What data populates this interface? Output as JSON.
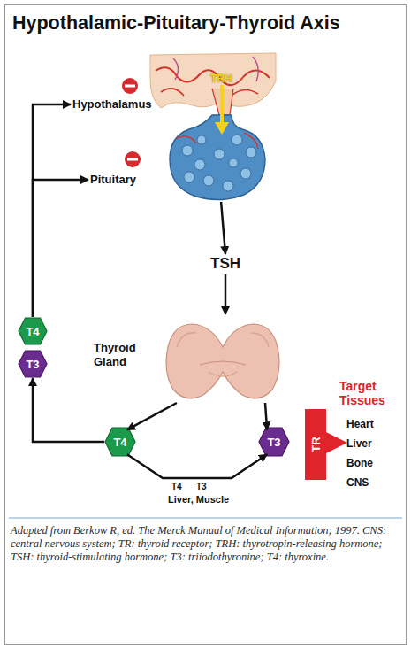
{
  "diagram": {
    "title": "Hypothalamic-Pituitary-Thyroid Axis",
    "caption": "Adapted from Berkow R, ed. The Merck Manual of Medical Information; 1997. CNS: central nervous system; TR: thyroid receptor; TRH: thyrotropin-releasing hormone; TSH: thyroid-stimulating hormone; T3: triiodothyronine; T4: thyroxine.",
    "nodes": [
      {
        "text": [
          "Hypothalamus"
        ]
      },
      {
        "text": [
          "Pituitary"
        ]
      },
      {
        "text": [
          "TSH"
        ]
      },
      {
        "text": [
          "Thyroid Gland"
        ]
      },
      {
        "text": [
          "T4"
        ]
      },
      {
        "text": [
          "T3"
        ]
      },
      {
        "text": [
          "T4"
        ]
      },
      {
        "text": [
          "T3"
        ]
      },
      {
        "text": [
          "TR"
        ]
      }
    ],
    "edges": [
      {
        "from": 1,
        "to": 2,
        "arrow": "to"
      },
      {
        "from": 2,
        "to": 3,
        "arrow": "to"
      },
      {
        "from": 3,
        "to": 6,
        "arrow": "to"
      },
      {
        "from": 3,
        "to": 7,
        "arrow": "to"
      },
      {
        "from": 6,
        "to": 7,
        "label": "Liver, Muscle",
        "arrow": "to"
      },
      {
        "from": 6,
        "to": 5,
        "arrow": "to"
      },
      {
        "from": 4,
        "to": 0,
        "arrow": "to"
      },
      {
        "from": 4,
        "to": 1,
        "arrow": "to"
      }
    ],
    "labels": [
      "TRH",
      "T4",
      "T3",
      "Target Tissues",
      "Heart",
      "Liver",
      "Bone",
      "CNS"
    ]
  }
}
